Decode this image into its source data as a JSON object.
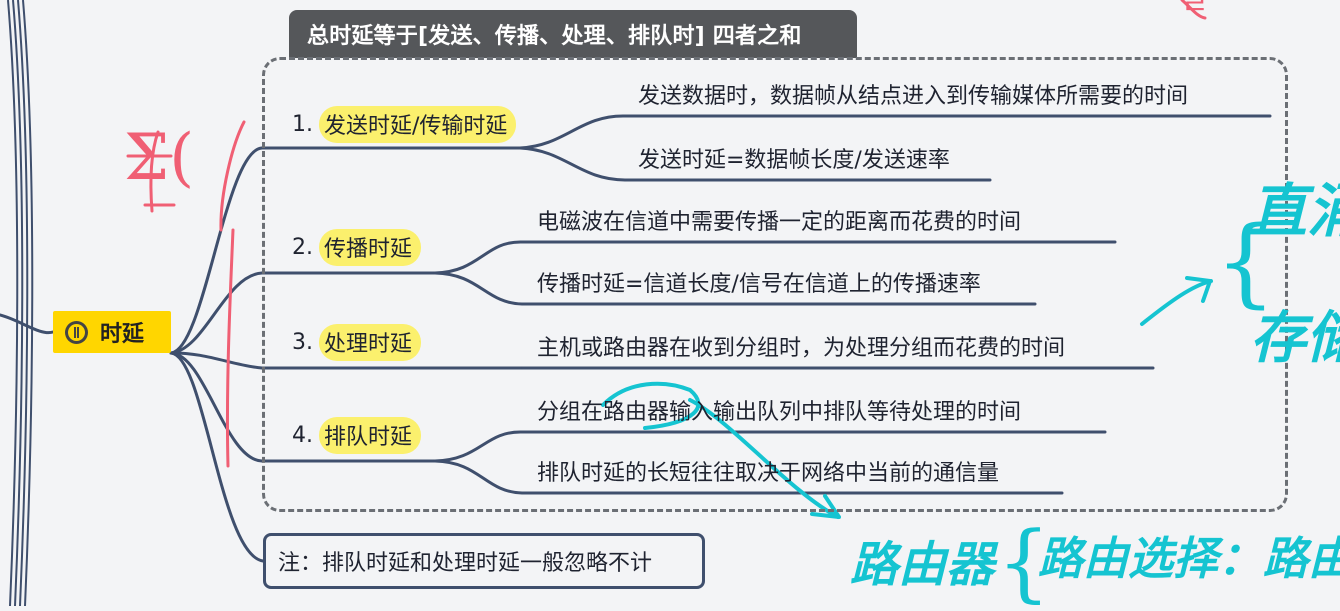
{
  "header": {
    "title": "总时延等于[发送、传播、处理、排队时] 四者之和"
  },
  "root": {
    "label": "时延",
    "icon": "pause-icon"
  },
  "branches": [
    {
      "number": "1.",
      "label": "发送时延/传输时延",
      "details": [
        "发送数据时，数据帧从结点进入到传输媒体所需要的时间",
        "发送时延=数据帧长度/发送速率"
      ]
    },
    {
      "number": "2.",
      "label": "传播时延",
      "details": [
        "电磁波在信道中需要传播一定的距离而花费的时间",
        "传播时延=信道长度/信号在信道上的传播速率"
      ]
    },
    {
      "number": "3.",
      "label": "处理时延",
      "details": [
        "主机或路由器在收到分组时，为处理分组而花费的时间"
      ]
    },
    {
      "number": "4.",
      "label": "排队时延",
      "details": [
        "分组在路由器输入输出队列中排队等待处理的时间",
        "排队时延的长短往往取决于网络中当前的通信量"
      ]
    }
  ],
  "note": {
    "text": "注：排队时延和处理时延一般忽略不计"
  },
  "handwriting": {
    "right_top": "直涌",
    "right_middle": "存储",
    "bottom_left": "路由器",
    "bottom_right": "路由选择：路由",
    "left_red": "Σ(",
    "top_red": "ㄹ"
  },
  "colors": {
    "root_fill": "#ffd600",
    "highlight": "#fbf06d",
    "line": "#3f4f6d",
    "header_bg": "#55575a",
    "handwriting": "#15c4d1",
    "red_ink": "#f05f74"
  }
}
